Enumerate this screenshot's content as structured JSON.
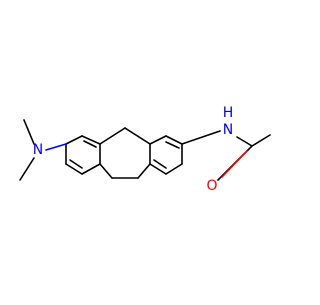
{
  "molecule": {
    "atom_labels": {
      "amine_nitrogen": "N",
      "amide_nitrogen": "N",
      "amide_hydrogen": "H",
      "carbonyl_oxygen": "O"
    },
    "colors": {
      "bond": "#000000",
      "nitrogen": "#0000ff",
      "oxygen": "#ff0000",
      "background": "#ffffff"
    }
  }
}
